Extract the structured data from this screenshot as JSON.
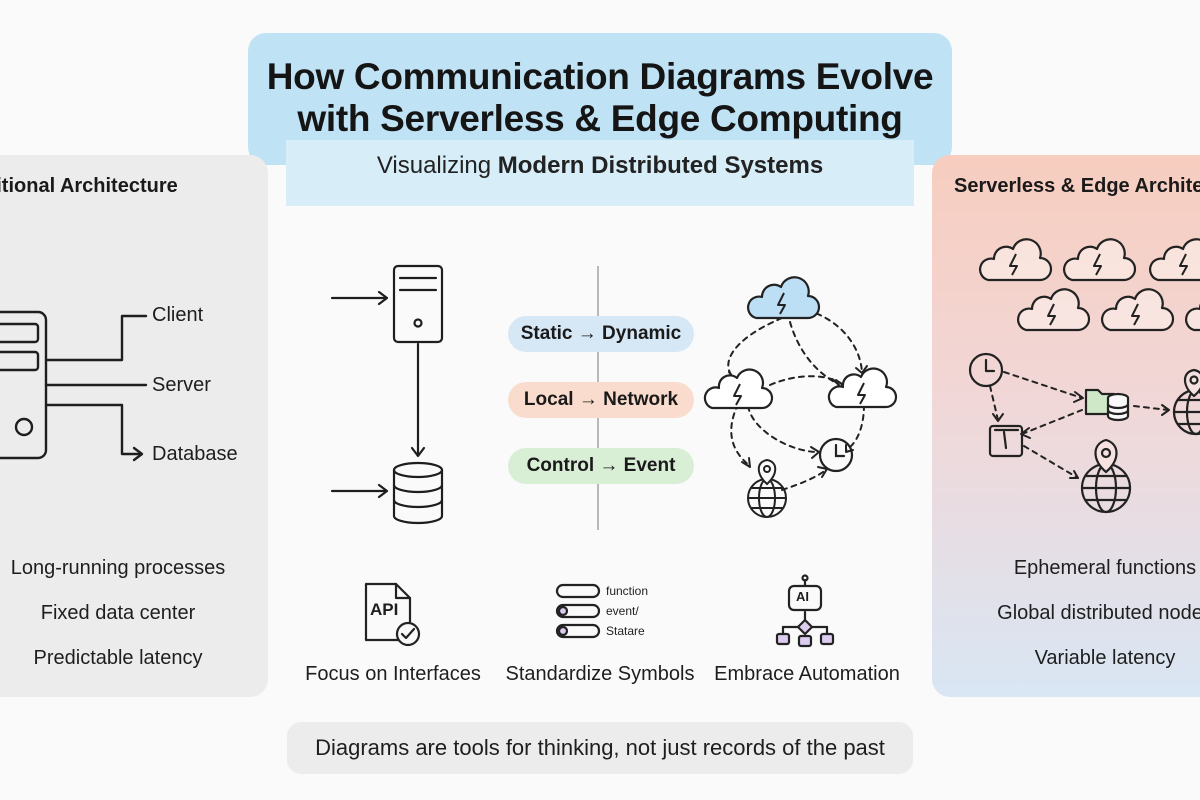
{
  "header": {
    "title_line1": "How Communication Diagrams Evolve",
    "title_line2": "with Serverless & Edge Computing",
    "subtitle_prefix": "Visualizing ",
    "subtitle_bold": "Modern Distributed Systems"
  },
  "left_panel": {
    "title": "Traditional Architecture",
    "labels": [
      "Client",
      "Server",
      "Database"
    ],
    "traits": [
      "Long-running processes",
      "Fixed data center",
      "Predictable latency"
    ]
  },
  "center": {
    "transitions": [
      "Static → Dynamic",
      "Local → Network",
      "Control → Event"
    ],
    "principles": [
      "Focus on Interfaces",
      "Standardize Symbols",
      "Embrace Automation"
    ],
    "api_label": "API",
    "ai_label": "AI",
    "symbol_labels": [
      "function",
      "event/",
      "Statare"
    ]
  },
  "right_panel": {
    "title": "Serverless & Edge Architecture",
    "traits": [
      "Ephemeral functions",
      "Global distributed nodes",
      "Variable latency"
    ]
  },
  "footer": "Diagrams are tools for thinking, not just records of the past",
  "colors": {
    "title_banner": "#bfe2f4",
    "subtitle_banner": "#d7edf8",
    "left_panel": "#ececec",
    "right_panel_top": "#f7cdbf",
    "right_panel_bottom": "#d9e6f4",
    "pill_dynamic": "#d6e7f6",
    "pill_network": "#f9dccd",
    "pill_event": "#d8eed5",
    "cloud_highlight": "#bcdff5",
    "database_highlight": "#cfe9c8",
    "symbol_highlight": "#dcccf0"
  }
}
